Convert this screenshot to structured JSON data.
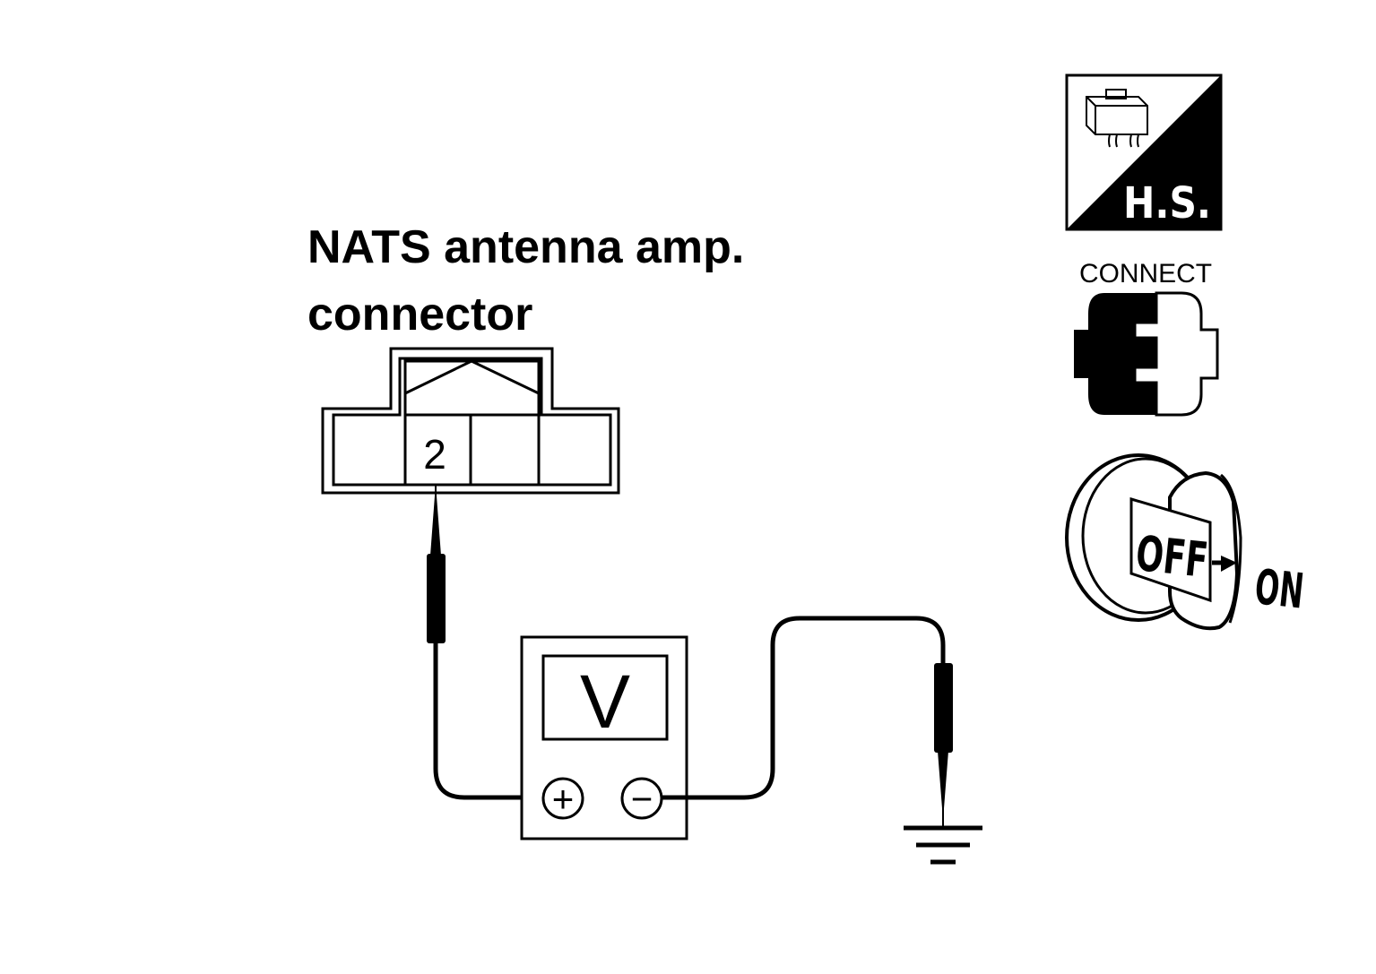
{
  "title": {
    "line1": "NATS antenna amp.",
    "line2": "connector"
  },
  "connector": {
    "terminal_label": "2"
  },
  "meter": {
    "display_label": "V",
    "plus_symbol": "+",
    "minus_symbol": "−"
  },
  "side_icons": {
    "harness_icon_label": "H.S.",
    "connect_label": "CONNECT",
    "ignition_off_label": "OFF",
    "ignition_on_label": "ON"
  },
  "icons": [
    "harness-side-icon",
    "connector-connect-icon",
    "ignition-key-icon",
    "ground-icon",
    "voltmeter-icon"
  ]
}
